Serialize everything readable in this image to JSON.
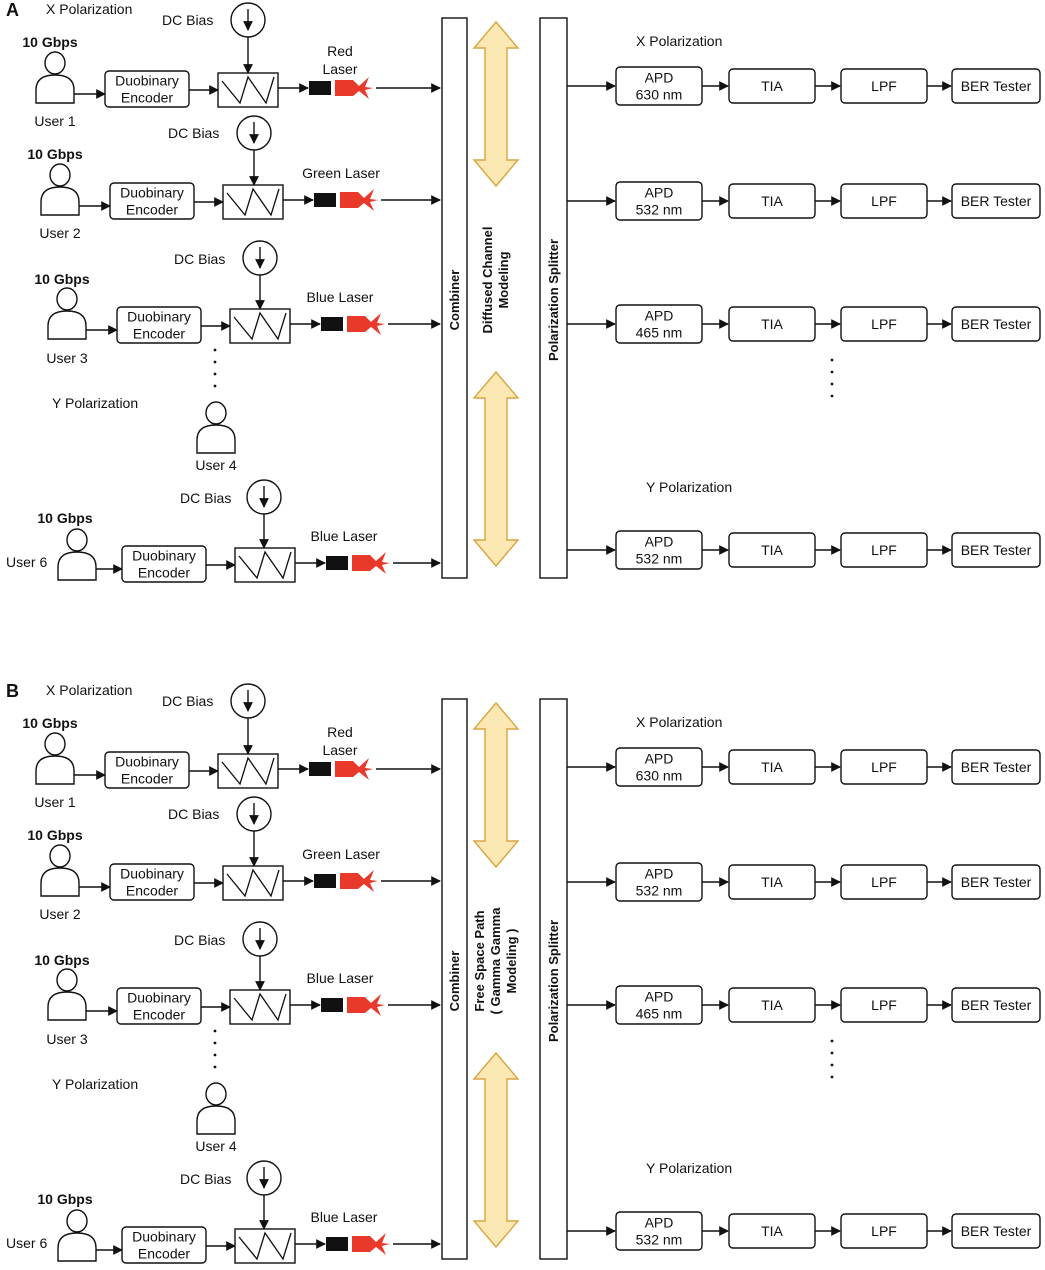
{
  "colors": {
    "stroke": "#111111",
    "laser_red": "#e8392b",
    "laser_black": "#111111",
    "arrow_fill": "#fce8b2",
    "arrow_stroke": "#d9a441"
  },
  "icons": [
    "user-icon",
    "dc-bias-source-icon",
    "modulator-icon",
    "laser-icon",
    "double-headed-arrow-icon"
  ],
  "panels": [
    {
      "letter": "A",
      "tx_x_polarization": "X Polarization",
      "tx_y_polarization": "Y Polarization",
      "combiner": "Combiner",
      "channel": [
        "Diffused Channel",
        "Modeling"
      ],
      "splitter": "Polarization Splitter",
      "rx_x_polarization": "X Polarization",
      "rx_y_polarization": "Y Polarization",
      "tx_chains": [
        {
          "rate": "10 Gbps",
          "user": "User 1",
          "dc_bias": "DC Bias",
          "encoder": [
            "Duobinary",
            "Encoder"
          ],
          "laser": [
            "Red",
            "Laser"
          ]
        },
        {
          "rate": "10 Gbps",
          "user": "User 2",
          "dc_bias": "DC Bias",
          "encoder": [
            "Duobinary",
            "Encoder"
          ],
          "laser": [
            "Green Laser"
          ]
        },
        {
          "rate": "10 Gbps",
          "user": "User 3",
          "dc_bias": "DC Bias",
          "encoder": [
            "Duobinary",
            "Encoder"
          ],
          "laser": [
            "Blue Laser"
          ]
        },
        {
          "rate": "10 Gbps",
          "user": "User 6",
          "dc_bias": "DC Bias",
          "encoder": [
            "Duobinary",
            "Encoder"
          ],
          "laser": [
            "Blue Laser"
          ]
        }
      ],
      "standalone_user": "User 4",
      "rx_chains": [
        {
          "apd": [
            "APD",
            "630 nm"
          ],
          "tia": "TIA",
          "lpf": "LPF",
          "ber": "BER Tester"
        },
        {
          "apd": [
            "APD",
            "532 nm"
          ],
          "tia": "TIA",
          "lpf": "LPF",
          "ber": "BER Tester"
        },
        {
          "apd": [
            "APD",
            "465 nm"
          ],
          "tia": "TIA",
          "lpf": "LPF",
          "ber": "BER Tester"
        },
        {
          "apd": [
            "APD",
            "532 nm"
          ],
          "tia": "TIA",
          "lpf": "LPF",
          "ber": "BER Tester"
        }
      ]
    },
    {
      "letter": "B",
      "tx_x_polarization": "X Polarization",
      "tx_y_polarization": "Y Polarization",
      "combiner": "Combiner",
      "channel": [
        "Free Space Path",
        "( Gamma Gamma",
        "Modeling )"
      ],
      "splitter": "Polarization Splitter",
      "rx_x_polarization": "X Polarization",
      "rx_y_polarization": "Y Polarization",
      "tx_chains": [
        {
          "rate": "10 Gbps",
          "user": "User 1",
          "dc_bias": "DC Bias",
          "encoder": [
            "Duobinary",
            "Encoder"
          ],
          "laser": [
            "Red",
            "Laser"
          ]
        },
        {
          "rate": "10 Gbps",
          "user": "User 2",
          "dc_bias": "DC Bias",
          "encoder": [
            "Duobinary",
            "Encoder"
          ],
          "laser": [
            "Green Laser"
          ]
        },
        {
          "rate": "10 Gbps",
          "user": "User 3",
          "dc_bias": "DC Bias",
          "encoder": [
            "Duobinary",
            "Encoder"
          ],
          "laser": [
            "Blue Laser"
          ]
        },
        {
          "rate": "10 Gbps",
          "user": "User 6",
          "dc_bias": "DC Bias",
          "encoder": [
            "Duobinary",
            "Encoder"
          ],
          "laser": [
            "Blue Laser"
          ]
        }
      ],
      "standalone_user": "User 4",
      "rx_chains": [
        {
          "apd": [
            "APD",
            "630 nm"
          ],
          "tia": "TIA",
          "lpf": "LPF",
          "ber": "BER Tester"
        },
        {
          "apd": [
            "APD",
            "532 nm"
          ],
          "tia": "TIA",
          "lpf": "LPF",
          "ber": "BER Tester"
        },
        {
          "apd": [
            "APD",
            "465 nm"
          ],
          "tia": "TIA",
          "lpf": "LPF",
          "ber": "BER Tester"
        },
        {
          "apd": [
            "APD",
            "532 nm"
          ],
          "tia": "TIA",
          "lpf": "LPF",
          "ber": "BER Tester"
        }
      ]
    }
  ]
}
